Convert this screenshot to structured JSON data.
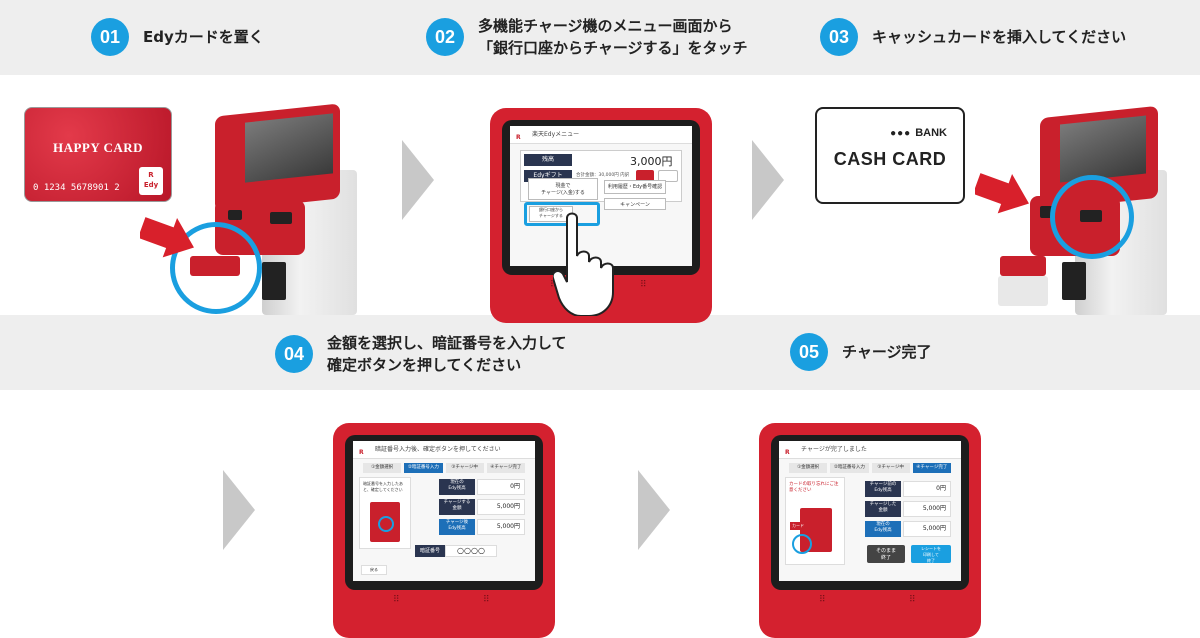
{
  "steps": [
    {
      "num": "01",
      "text": "Edyカードを置く"
    },
    {
      "num": "02",
      "text": "多機能チャージ機のメニュー画面から\n「銀行口座からチャージする」をタッチ"
    },
    {
      "num": "03",
      "text": "キャッシュカードを挿入してください"
    },
    {
      "num": "04",
      "text": "金額を選択し、暗証番号を入力して\n確定ボタンを押してください"
    },
    {
      "num": "05",
      "text": "チャージ完了"
    }
  ],
  "happy_card": {
    "title": "HAPPY CARD",
    "number": "0 1234 5678901 2",
    "logo": "R\nEdy"
  },
  "cash_card": {
    "bank_dots": "●●●",
    "bank": "BANK",
    "title": "CASH CARD"
  },
  "screen2": {
    "title": "楽天Edyメニュー",
    "balance_label": "残高",
    "amount": "3,000円",
    "gift_label": "Edyギフト",
    "small_info": "合計金額：30,000円 内訳",
    "menu_cash": "現金で\nチャージ(入金)する",
    "menu_bank": "銀行口座から\nチャージする",
    "menu_history": "利用履歴・Edy番号確認",
    "menu_campaign": "キャンペーン"
  },
  "screen4": {
    "title": "暗証番号入力後、確定ボタンを押してください",
    "steps": [
      "①金額選択",
      "②暗証番号入力",
      "③チャージ中",
      "④チャージ完了"
    ],
    "active_step": 1,
    "note": "暗証番号を入力したあと、確定してください",
    "rows": [
      {
        "label": "現在の\nEdy残高",
        "value": "0円"
      },
      {
        "label": "チャージする\n金額",
        "value": "5,000円"
      },
      {
        "label": "チャージ後\nEdy残高",
        "value": "5,000円"
      }
    ],
    "pin_label": "暗証番号",
    "pin_circles": "○○○○",
    "back": "戻る"
  },
  "screen5": {
    "title": "チャージが完了しました",
    "steps": [
      "①金額選択",
      "②暗証番号入力",
      "③チャージ中",
      "④チャージ完了"
    ],
    "active_step": 3,
    "note": "カードの取り忘れにご注意ください",
    "card_label": "カード",
    "rows": [
      {
        "label": "チャージ前の\nEdy残高",
        "value": "0円"
      },
      {
        "label": "チャージした\n金額",
        "value": "5,000円"
      },
      {
        "label": "現在の\nEdy残高",
        "value": "5,000円"
      }
    ],
    "btn_end": "そのまま\n終了",
    "btn_receipt": "レシートを\n印刷して\n終了"
  },
  "colors": {
    "accent": "#1a9fe0",
    "brand_red": "#c9202c",
    "band": "#eeeeee",
    "arrow": "#c8c8c8"
  }
}
